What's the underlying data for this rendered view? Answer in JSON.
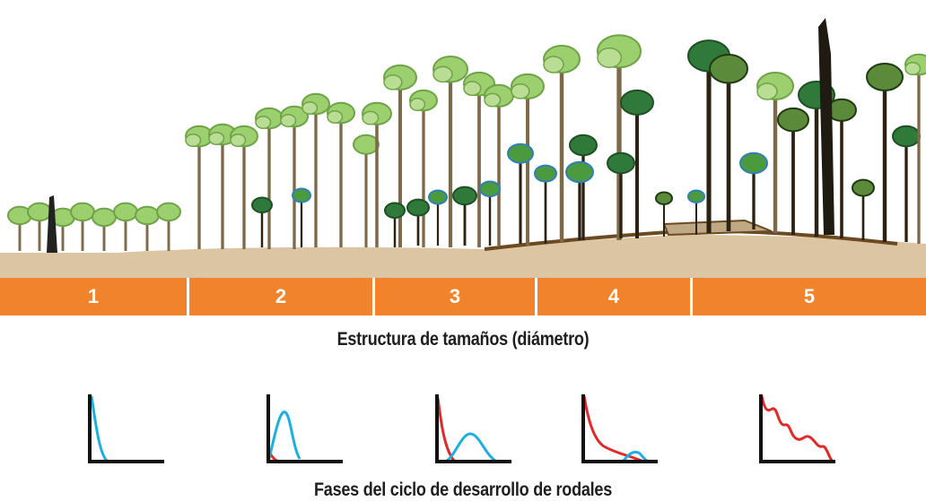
{
  "phases": [
    "1",
    "2",
    "3",
    "4",
    "5"
  ],
  "size_structure_title": "Estructura de tamaños (diámetro)",
  "cycle_title": "Fases del ciclo de desarrollo de rodales",
  "colors": {
    "phase_bar": "#f0832c",
    "ground": "#dcc5a2",
    "light_canopy": "#9ccf6e",
    "dark_canopy": "#2f7a3a",
    "blue_outline_crown": "#4c9a3e",
    "blue_curve": "#1eaee0",
    "red_curve": "#e02a2a",
    "axis": "#111111"
  },
  "mini_curves": [
    {
      "phase": "1",
      "series": [
        {
          "color": "blue_curve",
          "shape": "steep-decline"
        }
      ]
    },
    {
      "phase": "2",
      "series": [
        {
          "color": "red_curve",
          "shape": "short-decline"
        },
        {
          "color": "blue_curve",
          "shape": "early-peak"
        }
      ]
    },
    {
      "phase": "3",
      "series": [
        {
          "color": "red_curve",
          "shape": "decline"
        },
        {
          "color": "blue_curve",
          "shape": "mid-peak"
        }
      ]
    },
    {
      "phase": "4",
      "series": [
        {
          "color": "red_curve",
          "shape": "long-decline"
        },
        {
          "color": "blue_curve",
          "shape": "small-late-peak"
        }
      ]
    },
    {
      "phase": "5",
      "series": [
        {
          "color": "red_curve",
          "shape": "irregular-decline"
        }
      ]
    }
  ]
}
